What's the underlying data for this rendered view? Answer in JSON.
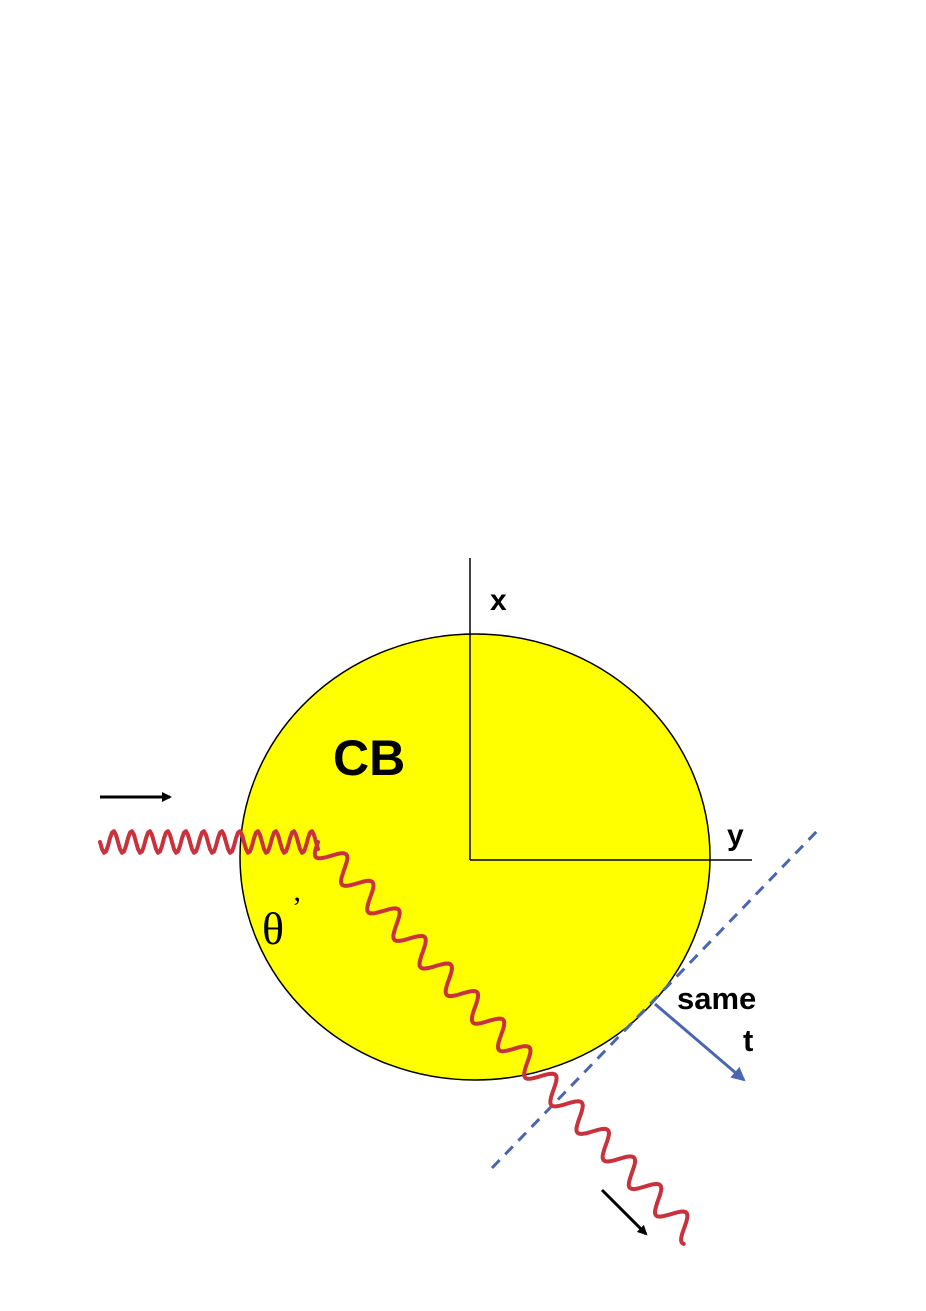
{
  "labels": {
    "region": "CB",
    "axis_x": "x",
    "axis_y": "y",
    "angle": "θ",
    "angle_prime": "’",
    "surface_line_1": "same",
    "surface_line_2": "t"
  },
  "colors": {
    "region_fill": "#ffff00",
    "photon": "#c8323c",
    "surface": "#4a66b0",
    "arrow": "#000000",
    "axes": "#000000"
  },
  "icons": {
    "incoming_photon": "wavy-line",
    "outgoing_photon": "wavy-line",
    "incoming_direction": "arrow-right-icon",
    "outgoing_direction": "arrow-down-right-icon",
    "propagation_direction": "arrow-down-right-icon"
  }
}
